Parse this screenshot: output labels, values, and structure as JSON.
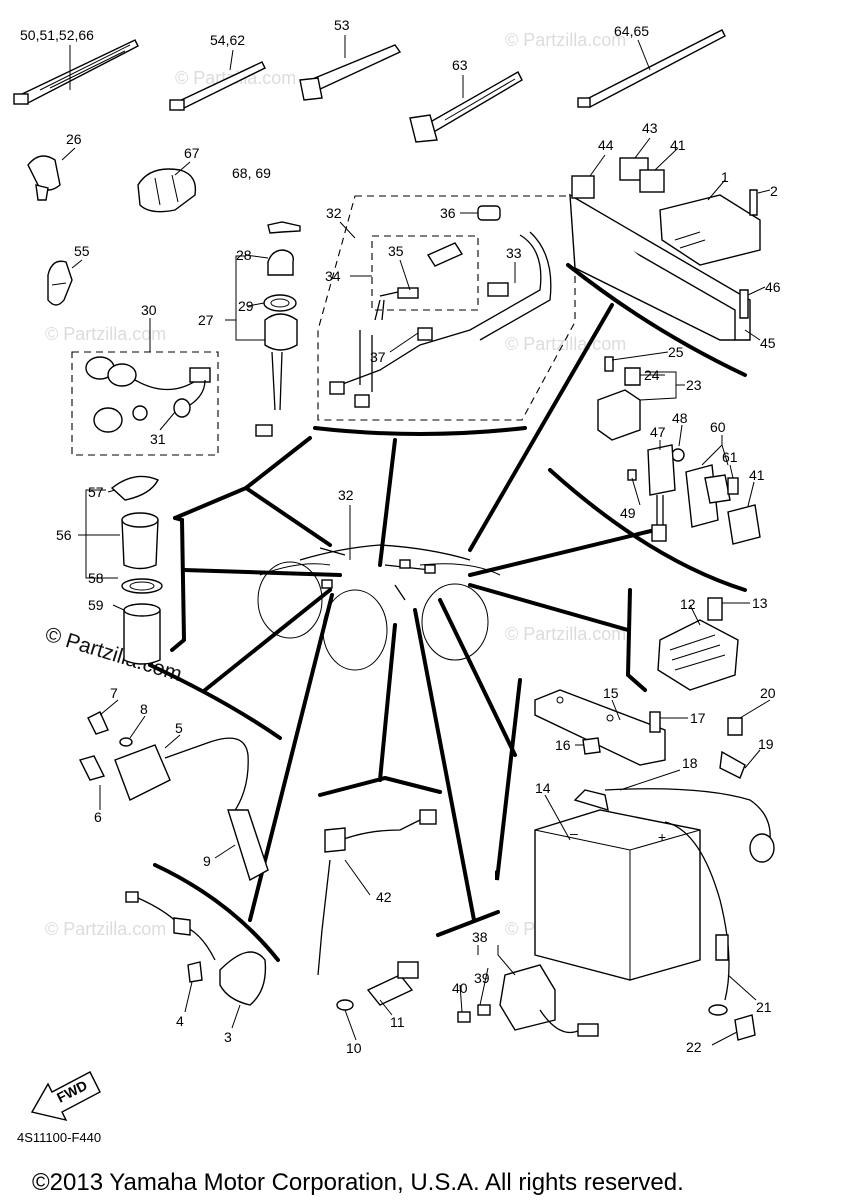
{
  "diagram": {
    "callouts": [
      {
        "id": "c-50-51-52-66",
        "text": "50,51,52,66"
      },
      {
        "id": "c-54-62",
        "text": "54,62"
      },
      {
        "id": "c-53",
        "text": "53"
      },
      {
        "id": "c-63",
        "text": "63"
      },
      {
        "id": "c-64-65",
        "text": "64,65"
      },
      {
        "id": "c-26",
        "text": "26"
      },
      {
        "id": "c-67",
        "text": "67"
      },
      {
        "id": "c-68-69",
        "text": "68, 69"
      },
      {
        "id": "c-55",
        "text": "55"
      },
      {
        "id": "c-28",
        "text": "28"
      },
      {
        "id": "c-29",
        "text": "29"
      },
      {
        "id": "c-27",
        "text": "27"
      },
      {
        "id": "c-30",
        "text": "30"
      },
      {
        "id": "c-31",
        "text": "31"
      },
      {
        "id": "c-32a",
        "text": "32"
      },
      {
        "id": "c-36",
        "text": "36"
      },
      {
        "id": "c-35",
        "text": "35"
      },
      {
        "id": "c-34",
        "text": "34"
      },
      {
        "id": "c-33",
        "text": "33"
      },
      {
        "id": "c-37",
        "text": "37"
      },
      {
        "id": "c-44",
        "text": "44"
      },
      {
        "id": "c-43",
        "text": "43"
      },
      {
        "id": "c-41a",
        "text": "41"
      },
      {
        "id": "c-1",
        "text": "1"
      },
      {
        "id": "c-2",
        "text": "2"
      },
      {
        "id": "c-46",
        "text": "46"
      },
      {
        "id": "c-45",
        "text": "45"
      },
      {
        "id": "c-25",
        "text": "25"
      },
      {
        "id": "c-24",
        "text": "24"
      },
      {
        "id": "c-23",
        "text": "23"
      },
      {
        "id": "c-48",
        "text": "48"
      },
      {
        "id": "c-47",
        "text": "47"
      },
      {
        "id": "c-60",
        "text": "60"
      },
      {
        "id": "c-61",
        "text": "61"
      },
      {
        "id": "c-41b",
        "text": "41"
      },
      {
        "id": "c-49",
        "text": "49"
      },
      {
        "id": "c-57",
        "text": "57"
      },
      {
        "id": "c-56",
        "text": "56"
      },
      {
        "id": "c-58",
        "text": "58"
      },
      {
        "id": "c-59",
        "text": "59"
      },
      {
        "id": "c-32b",
        "text": "32"
      },
      {
        "id": "c-12",
        "text": "12"
      },
      {
        "id": "c-13",
        "text": "13"
      },
      {
        "id": "c-7",
        "text": "7"
      },
      {
        "id": "c-8",
        "text": "8"
      },
      {
        "id": "c-5",
        "text": "5"
      },
      {
        "id": "c-6",
        "text": "6"
      },
      {
        "id": "c-9",
        "text": "9"
      },
      {
        "id": "c-15",
        "text": "15"
      },
      {
        "id": "c-20",
        "text": "20"
      },
      {
        "id": "c-17",
        "text": "17"
      },
      {
        "id": "c-16",
        "text": "16"
      },
      {
        "id": "c-19",
        "text": "19"
      },
      {
        "id": "c-18",
        "text": "18"
      },
      {
        "id": "c-14",
        "text": "14"
      },
      {
        "id": "c-42",
        "text": "42"
      },
      {
        "id": "c-38",
        "text": "38"
      },
      {
        "id": "c-39",
        "text": "39"
      },
      {
        "id": "c-40",
        "text": "40"
      },
      {
        "id": "c-11",
        "text": "11"
      },
      {
        "id": "c-10",
        "text": "10"
      },
      {
        "id": "c-4",
        "text": "4"
      },
      {
        "id": "c-3",
        "text": "3"
      },
      {
        "id": "c-21",
        "text": "21"
      },
      {
        "id": "c-22",
        "text": "22"
      }
    ],
    "watermark": "© Partzilla.com",
    "fwd_label": "FWD",
    "battery_minus": "–",
    "battery_plus": "+",
    "diagram_code": "4S11100-F440",
    "copyright": "©2013 Yamaha Motor Corporation, U.S.A. All rights reserved."
  },
  "colors": {
    "ink": "#000000",
    "watermark": "#dcdcdc",
    "background": "#ffffff"
  },
  "icons": [
    "fwd-arrow-icon"
  ]
}
